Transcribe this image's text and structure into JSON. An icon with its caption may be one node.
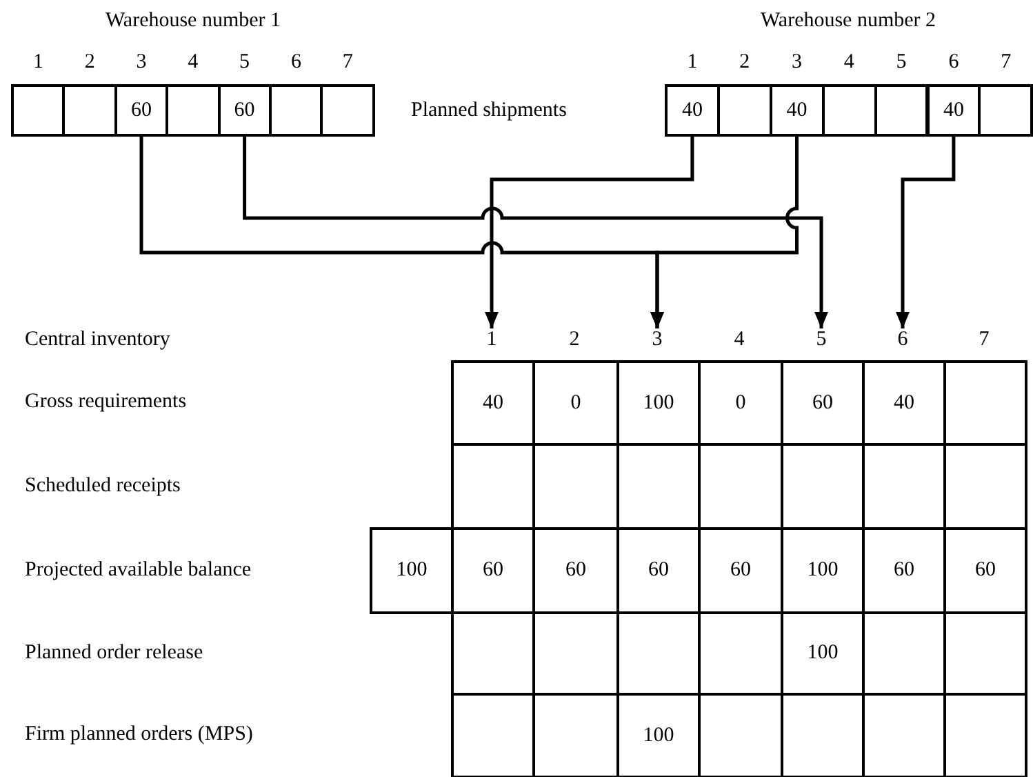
{
  "diagram": {
    "nodes": [
      {
        "text": [
          "Warehouse number 1"
        ]
      },
      {
        "text": [],
        "shape": "box",
        "in": 0
      },
      {
        "text": [],
        "shape": "box",
        "in": 0
      },
      {
        "text": [
          "60"
        ],
        "in": 0
      },
      {
        "text": [],
        "shape": "box",
        "in": 0
      },
      {
        "text": [
          "60"
        ],
        "in": 0
      },
      {
        "text": [],
        "shape": "box",
        "in": 0
      },
      {
        "text": [],
        "shape": "box",
        "in": 0
      },
      {
        "text": [
          "Warehouse number 2"
        ]
      },
      {
        "text": [
          "40"
        ],
        "in": 8
      },
      {
        "text": [],
        "shape": "box",
        "in": 8
      },
      {
        "text": [
          "40"
        ],
        "in": 8
      },
      {
        "text": [],
        "shape": "box",
        "in": 8
      },
      {
        "text": [],
        "shape": "box",
        "in": 8
      },
      {
        "text": [
          "40"
        ],
        "in": 8
      },
      {
        "text": [],
        "shape": "box",
        "in": 8
      },
      {
        "text": [
          "1"
        ]
      },
      {
        "text": [
          "3"
        ]
      },
      {
        "text": [
          "5"
        ]
      },
      {
        "text": [
          "6"
        ]
      }
    ],
    "edges": [
      {
        "from": 3,
        "to": 17,
        "arrow": "to"
      },
      {
        "from": 5,
        "to": 18,
        "arrow": "to"
      },
      {
        "from": 9,
        "to": 16,
        "arrow": "to"
      },
      {
        "from": 11,
        "to": 17,
        "arrow": "to"
      },
      {
        "from": 14,
        "to": 19,
        "arrow": "to"
      }
    ],
    "labels": [
      "1",
      "2",
      "3",
      "4",
      "5",
      "6",
      "7",
      "Planned shipments",
      "1",
      "2",
      "3",
      "4",
      "5",
      "6",
      "7",
      "Central inventory",
      "2",
      "4",
      "7",
      "Gross requirements",
      "40",
      "0",
      "100",
      "0",
      "60",
      "40",
      "Scheduled receipts",
      "Projected available balance",
      "100",
      "60",
      "60",
      "60",
      "60",
      "100",
      "60",
      "60",
      "Planned order release",
      "100",
      "Firm planned orders (MPS)",
      "100"
    ]
  }
}
